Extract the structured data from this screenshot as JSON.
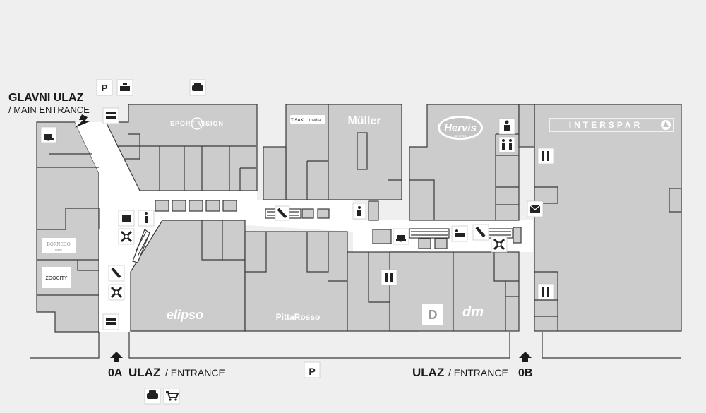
{
  "entrances": {
    "main": {
      "title": "GLAVNI ULAZ",
      "subtitle": "/ MAIN ENTRANCE"
    },
    "a": {
      "code": "0A",
      "title": "ULAZ",
      "subtitle": "/ ENTRANCE"
    },
    "b": {
      "code": "0B",
      "title": "ULAZ",
      "subtitle": "/ ENTRANCE"
    }
  },
  "stores": {
    "sport_vision": "SPORT VISION",
    "tisak": "TISAK",
    "tisak_sub": "media",
    "muller": "Müller",
    "hervis": "Hervis",
    "hervis_sub": "SPORTS",
    "interspar": "INTERSPAR",
    "bornego": "BORNEGO",
    "bornego_sub": "home",
    "zoocity": "ZOOCITY",
    "elipso": "elipso",
    "pittarosso": "PittaRosso",
    "deichmann": "D",
    "dm": "dm"
  },
  "parking_label": "P",
  "icons": [
    "parking-pay-icon",
    "taxi-icon",
    "car-icon",
    "atm-icon",
    "cafe-icon",
    "info-icon",
    "escalator-icon",
    "key-service-icon",
    "elevator-icon",
    "accessible-toilet-icon",
    "toilet-icon",
    "mail-icon",
    "restaurant-icon",
    "baby-change-icon",
    "shopping-cart-icon",
    "entrance-arrow-icon"
  ]
}
